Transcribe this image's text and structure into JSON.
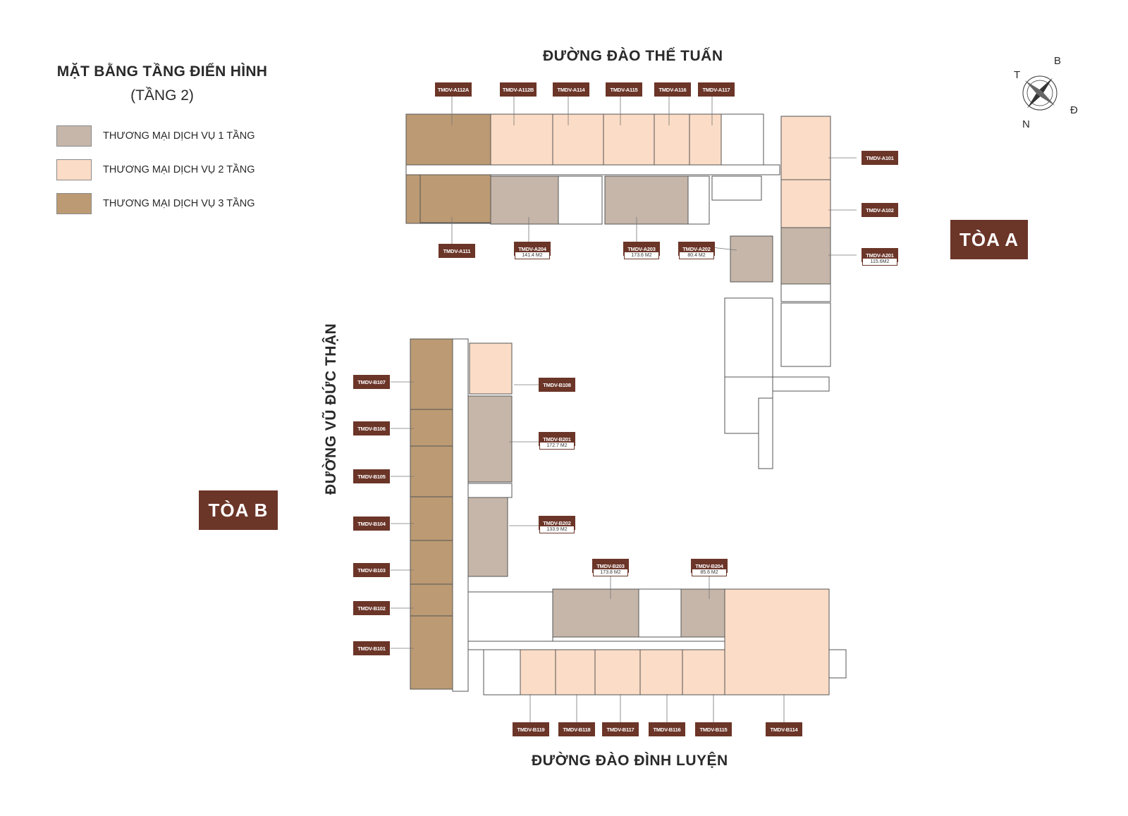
{
  "title": "MẶT BẰNG TẦNG ĐIỂN HÌNH",
  "subtitle": "(TẦNG 2)",
  "legend": [
    {
      "label": "THƯƠNG MẠI DỊCH VỤ 1 TẦNG",
      "color": "#c5b6a9"
    },
    {
      "label": "THƯƠNG MẠI DỊCH VỤ 2 TẦNG",
      "color": "#fbdcc6"
    },
    {
      "label": "THƯƠNG MẠI DỊCH VỤ 3 TẦNG",
      "color": "#bc9a73"
    }
  ],
  "streets": {
    "north": "ĐƯỜNG ĐÀO THẾ TUẤN",
    "south": "ĐƯỜNG ĐÀO ĐÌNH LUYỆN",
    "west": "ĐƯỜNG VŨ ĐỨC THẬN"
  },
  "towers": {
    "a": "TÒA A",
    "b": "TÒA B"
  },
  "compass": {
    "north": "B",
    "south": "N",
    "east": "Đ",
    "west": "T"
  },
  "units": {
    "a112a": "TMDV-A112A",
    "a112b": "TMDV-A112B",
    "a114": "TMDV-A114",
    "a115": "TMDV-A115",
    "a116": "TMDV-A116",
    "a117": "TMDV-A117",
    "a101": "TMDV-A101",
    "a102": "TMDV-A102",
    "a201": "TMDV-A201",
    "a111": "TMDV-A111",
    "a204": "TMDV-A204",
    "a203": "TMDV-A203",
    "a202": "TMDV-A202",
    "b107": "TMDV-B107",
    "b106": "TMDV-B106",
    "b105": "TMDV-B105",
    "b104": "TMDV-B104",
    "b103": "TMDV-B103",
    "b102": "TMDV-B102",
    "b101": "TMDV-B101",
    "b108": "TMDV-B108",
    "b201": "TMDV-B201",
    "b202": "TMDV-B202",
    "b203": "TMDV-B203",
    "b204": "TMDV-B204",
    "b119": "TMDV-B119",
    "b118": "TMDV-B118",
    "b117": "TMDV-B117",
    "b116": "TMDV-B116",
    "b115": "TMDV-B115",
    "b114": "TMDV-B114"
  },
  "areas": {
    "a204": "141.4 M2",
    "a203": "173.6 M2",
    "a202": "80.4 M2",
    "a201": "115.6M2",
    "b201": "172.7 M2",
    "b202": "133.9 M2",
    "b203": "173.8 M2",
    "b204": "85.6 M2"
  }
}
